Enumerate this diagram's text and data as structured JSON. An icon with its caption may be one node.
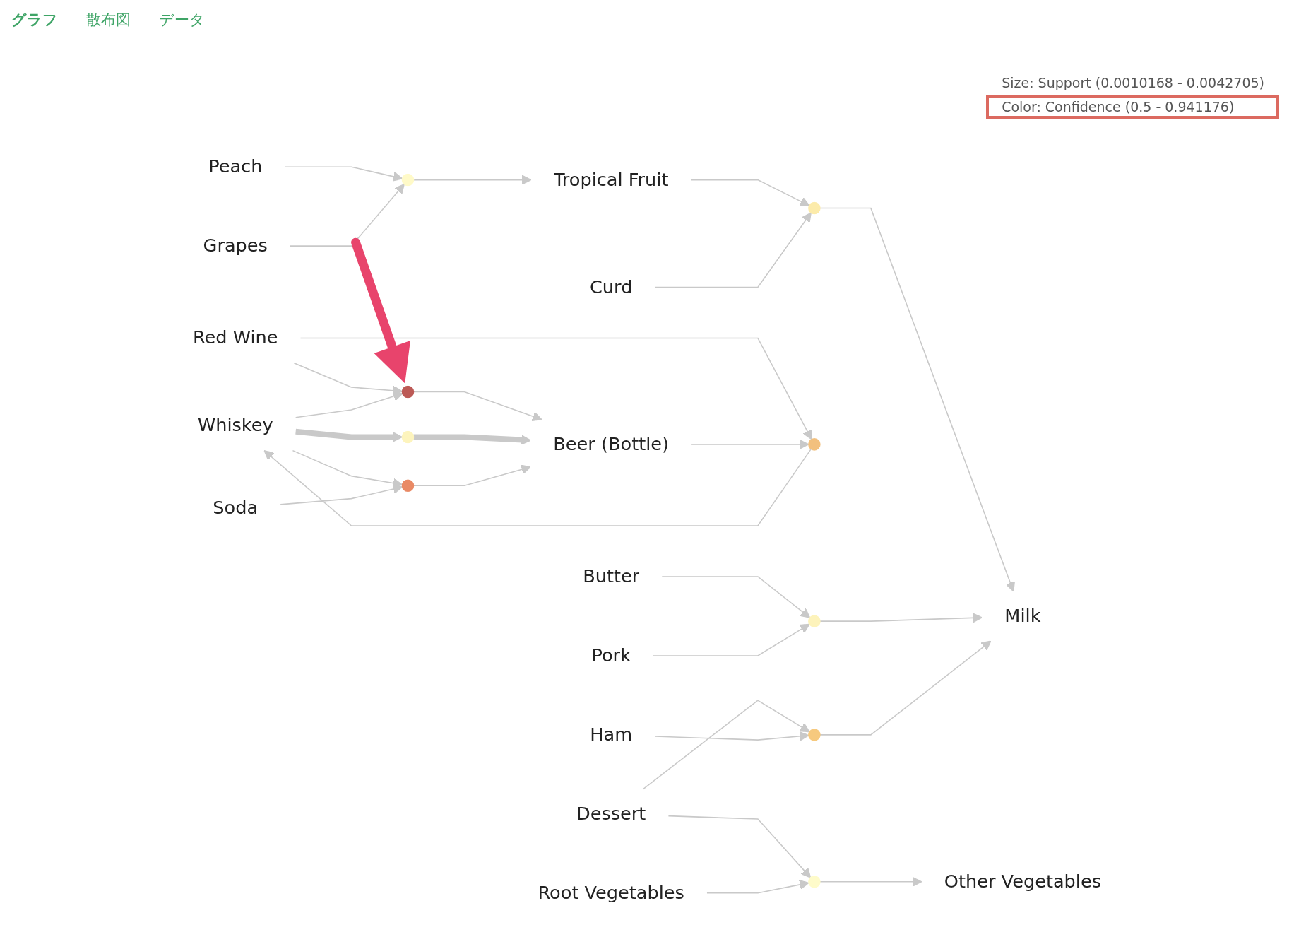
{
  "diagram": {
    "nodes": [
      {
        "text": [
          "Peach"
        ]
      },
      {
        "text": [],
        "shape": "circle"
      },
      {
        "text": [
          "Tropical Fruit"
        ]
      },
      {
        "text": [
          "Grapes"
        ]
      },
      {
        "text": [],
        "shape": "circle"
      },
      {
        "text": [],
        "shape": "circle"
      },
      {
        "text": [],
        "shape": "circle"
      },
      {
        "text": [
          "Whiskey"
        ]
      },
      {
        "text": [
          "Butter"
        ]
      },
      {
        "text": [
          "Curd"
        ]
      },
      {
        "text": [
          "Beer (Bottle)"
        ]
      },
      {
        "text": [
          "Red Wine"
        ]
      },
      {
        "text": [
          "Milk"
        ]
      },
      {
        "text": [],
        "shape": "circle"
      },
      {
        "text": [],
        "shape": "circle"
      },
      {
        "text": [],
        "shape": "circle"
      },
      {
        "text": [],
        "shape": "circle"
      },
      {
        "text": [
          "Pork"
        ]
      },
      {
        "text": [
          "Soda"
        ]
      },
      {
        "text": [
          "Other Vegetables"
        ]
      },
      {
        "text": [
          "Ham"
        ]
      },
      {
        "text": [
          "Root Vegetables"
        ]
      },
      {
        "text": [
          "Dessert"
        ]
      },
      {
        "text": [],
        "shape": "circle"
      }
    ],
    "edges": [
      {
        "from": 0,
        "to": 1,
        "arrow": "to"
      },
      {
        "from": 3,
        "to": 1,
        "arrow": "to"
      },
      {
        "from": 1,
        "to": 2,
        "arrow": "to"
      },
      {
        "from": 2,
        "to": 5,
        "arrow": "to"
      },
      {
        "from": 9,
        "to": 5,
        "arrow": "to"
      },
      {
        "from": 5,
        "to": 12,
        "arrow": "to"
      },
      {
        "from": 8,
        "to": 14,
        "arrow": "to"
      },
      {
        "from": 17,
        "to": 14,
        "arrow": "to"
      },
      {
        "from": 14,
        "to": 12,
        "arrow": "to"
      },
      {
        "from": 22,
        "to": 16,
        "arrow": "to"
      },
      {
        "from": 20,
        "to": 16,
        "arrow": "to"
      },
      {
        "from": 16,
        "to": 12,
        "arrow": "to"
      },
      {
        "from": 22,
        "to": 23,
        "arrow": "to"
      },
      {
        "from": 21,
        "to": 23,
        "arrow": "to"
      },
      {
        "from": 23,
        "to": 19,
        "arrow": "to"
      },
      {
        "from": 11,
        "to": 6,
        "arrow": "to"
      },
      {
        "from": 7,
        "to": 6,
        "arrow": "to"
      },
      {
        "from": 6,
        "to": 10,
        "arrow": "to"
      },
      {
        "from": 7,
        "to": 4,
        "arrow": "to",
        "style": "thick"
      },
      {
        "from": 4,
        "to": 10,
        "arrow": "to",
        "style": "thick"
      },
      {
        "from": 11,
        "to": 13,
        "arrow": "to"
      },
      {
        "from": 10,
        "to": 13,
        "arrow": "to"
      },
      {
        "from": 13,
        "to": 7,
        "arrow": "to"
      },
      {
        "from": 7,
        "to": 15,
        "arrow": "to"
      },
      {
        "from": 18,
        "to": 15,
        "arrow": "to"
      },
      {
        "from": 15,
        "to": 10,
        "arrow": "to"
      },
      {
        "from": null,
        "to": 6,
        "arrow": "to",
        "style": "thick",
        "color": "#e8446c"
      }
    ],
    "labels": [
      "グラフ",
      "散布図",
      "データ",
      "Size: Support (0.0010168 - 0.0042705)",
      "Color: Confidence (0.5 - 0.941176)"
    ]
  }
}
